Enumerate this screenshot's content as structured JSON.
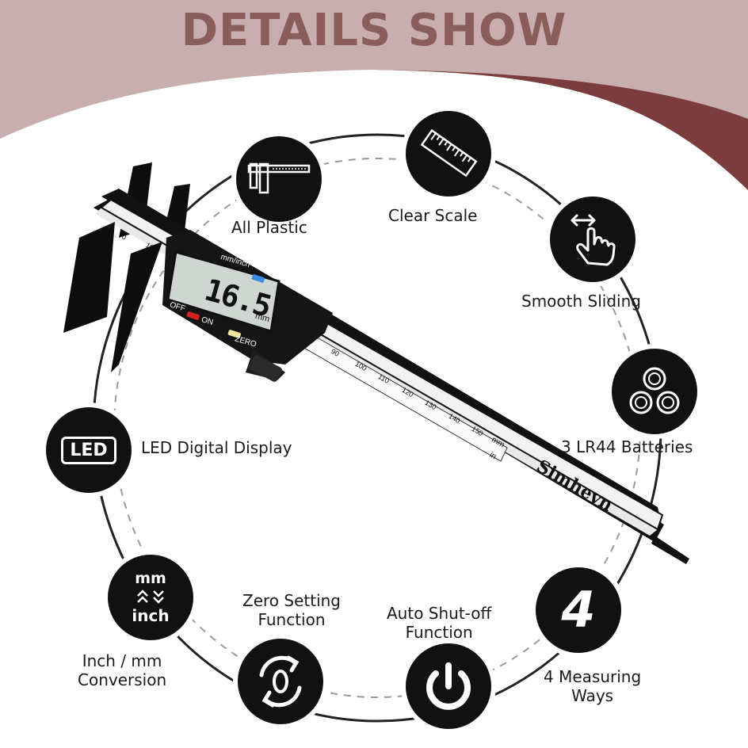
{
  "header": {
    "title": "DETAILS SHOW"
  },
  "colors": {
    "header_pink": "#c9aeb0",
    "header_maroon": "#7b3c3d",
    "title": "#8a5c5c",
    "icon_bg": "#111111"
  },
  "features": {
    "all_plastic": {
      "label": "All Plastic",
      "icon": "caliper-icon"
    },
    "clear_scale": {
      "label": "Clear Scale",
      "icon": "ruler-icon"
    },
    "smooth_sliding": {
      "label": "Smooth Sliding",
      "icon": "swipe-hand-icon"
    },
    "batteries": {
      "label": "3 LR44 Batteries",
      "icon": "batteries-icon"
    },
    "led_display": {
      "label": "LED Digital Display",
      "icon": "led-icon",
      "icon_text": "LED"
    },
    "conversion": {
      "label_line1": "Inch / mm",
      "label_line2": "Conversion",
      "icon": "mm-inch-icon",
      "icon_top": "mm",
      "icon_bottom": "inch"
    },
    "zero_setting": {
      "label_line1": "Zero Setting",
      "label_line2": "Function",
      "icon": "zero-cycle-icon"
    },
    "auto_shutoff": {
      "label_line1": "Auto Shut-off",
      "label_line2": "Function",
      "icon": "power-icon"
    },
    "measuring_ways": {
      "label_line1": "4 Measuring",
      "label_line2": "Ways",
      "icon": "number-four-icon",
      "icon_text": "4"
    }
  },
  "caliper": {
    "brand": "Simhevn",
    "reading": "16.5",
    "reading_unit": "mm",
    "unit_button": "mm/inch",
    "off_label": "OFF",
    "on_label": "ON",
    "zero_label": "ZERO",
    "scale_mm_label": "mm",
    "scale_in_label": "in",
    "scale_numbers": [
      "90",
      "100",
      "110",
      "120",
      "130",
      "140",
      "150"
    ],
    "jaw_numbers": [
      "0",
      "10"
    ]
  }
}
